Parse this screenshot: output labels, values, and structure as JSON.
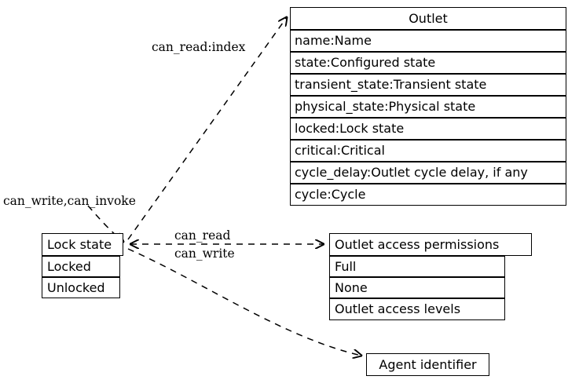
{
  "diagram": {
    "type": "uml-record-graph",
    "background_color": "#ffffff",
    "line_color": "#000000",
    "text_color": "#000000"
  },
  "nodes": {
    "outlet": {
      "title": "Outlet",
      "fields": [
        "name:Name",
        "state:Configured state",
        "transient_state:Transient state",
        "physical_state:Physical state",
        "locked:Lock state",
        "critical:Critical",
        "cycle_delay:Outlet cycle delay, if any",
        "cycle:Cycle"
      ]
    },
    "lock_state": {
      "title": "Lock state",
      "fields": [
        "Locked",
        "Unlocked"
      ]
    },
    "outlet_access_permissions": {
      "title": "Outlet access permissions",
      "fields": [
        "Full",
        "None",
        "Outlet access levels"
      ]
    },
    "agent_identifier": {
      "title": "Agent identifier"
    }
  },
  "edges": [
    {
      "id": "lock-to-outlet",
      "label": "can_read:index",
      "from": "lock_state",
      "to": "outlet",
      "style": "dashed",
      "arrow": "to"
    },
    {
      "id": "outlet-to-lock",
      "label": "can_write,can_invoke",
      "from": "outlet",
      "to": "lock_state",
      "style": "dashed",
      "arrow": "to"
    },
    {
      "id": "lock-permissions-read",
      "label": "can_read",
      "from": "lock_state",
      "to": "outlet_access_permissions",
      "style": "dashed",
      "arrow": "both"
    },
    {
      "id": "lock-permissions-write",
      "label": "can_write",
      "from": "lock_state",
      "to": "outlet_access_permissions",
      "style": "dashed",
      "arrow": "both"
    },
    {
      "id": "lock-to-agent",
      "label": "",
      "from": "lock_state",
      "to": "agent_identifier",
      "style": "dashed",
      "arrow": "to"
    }
  ]
}
